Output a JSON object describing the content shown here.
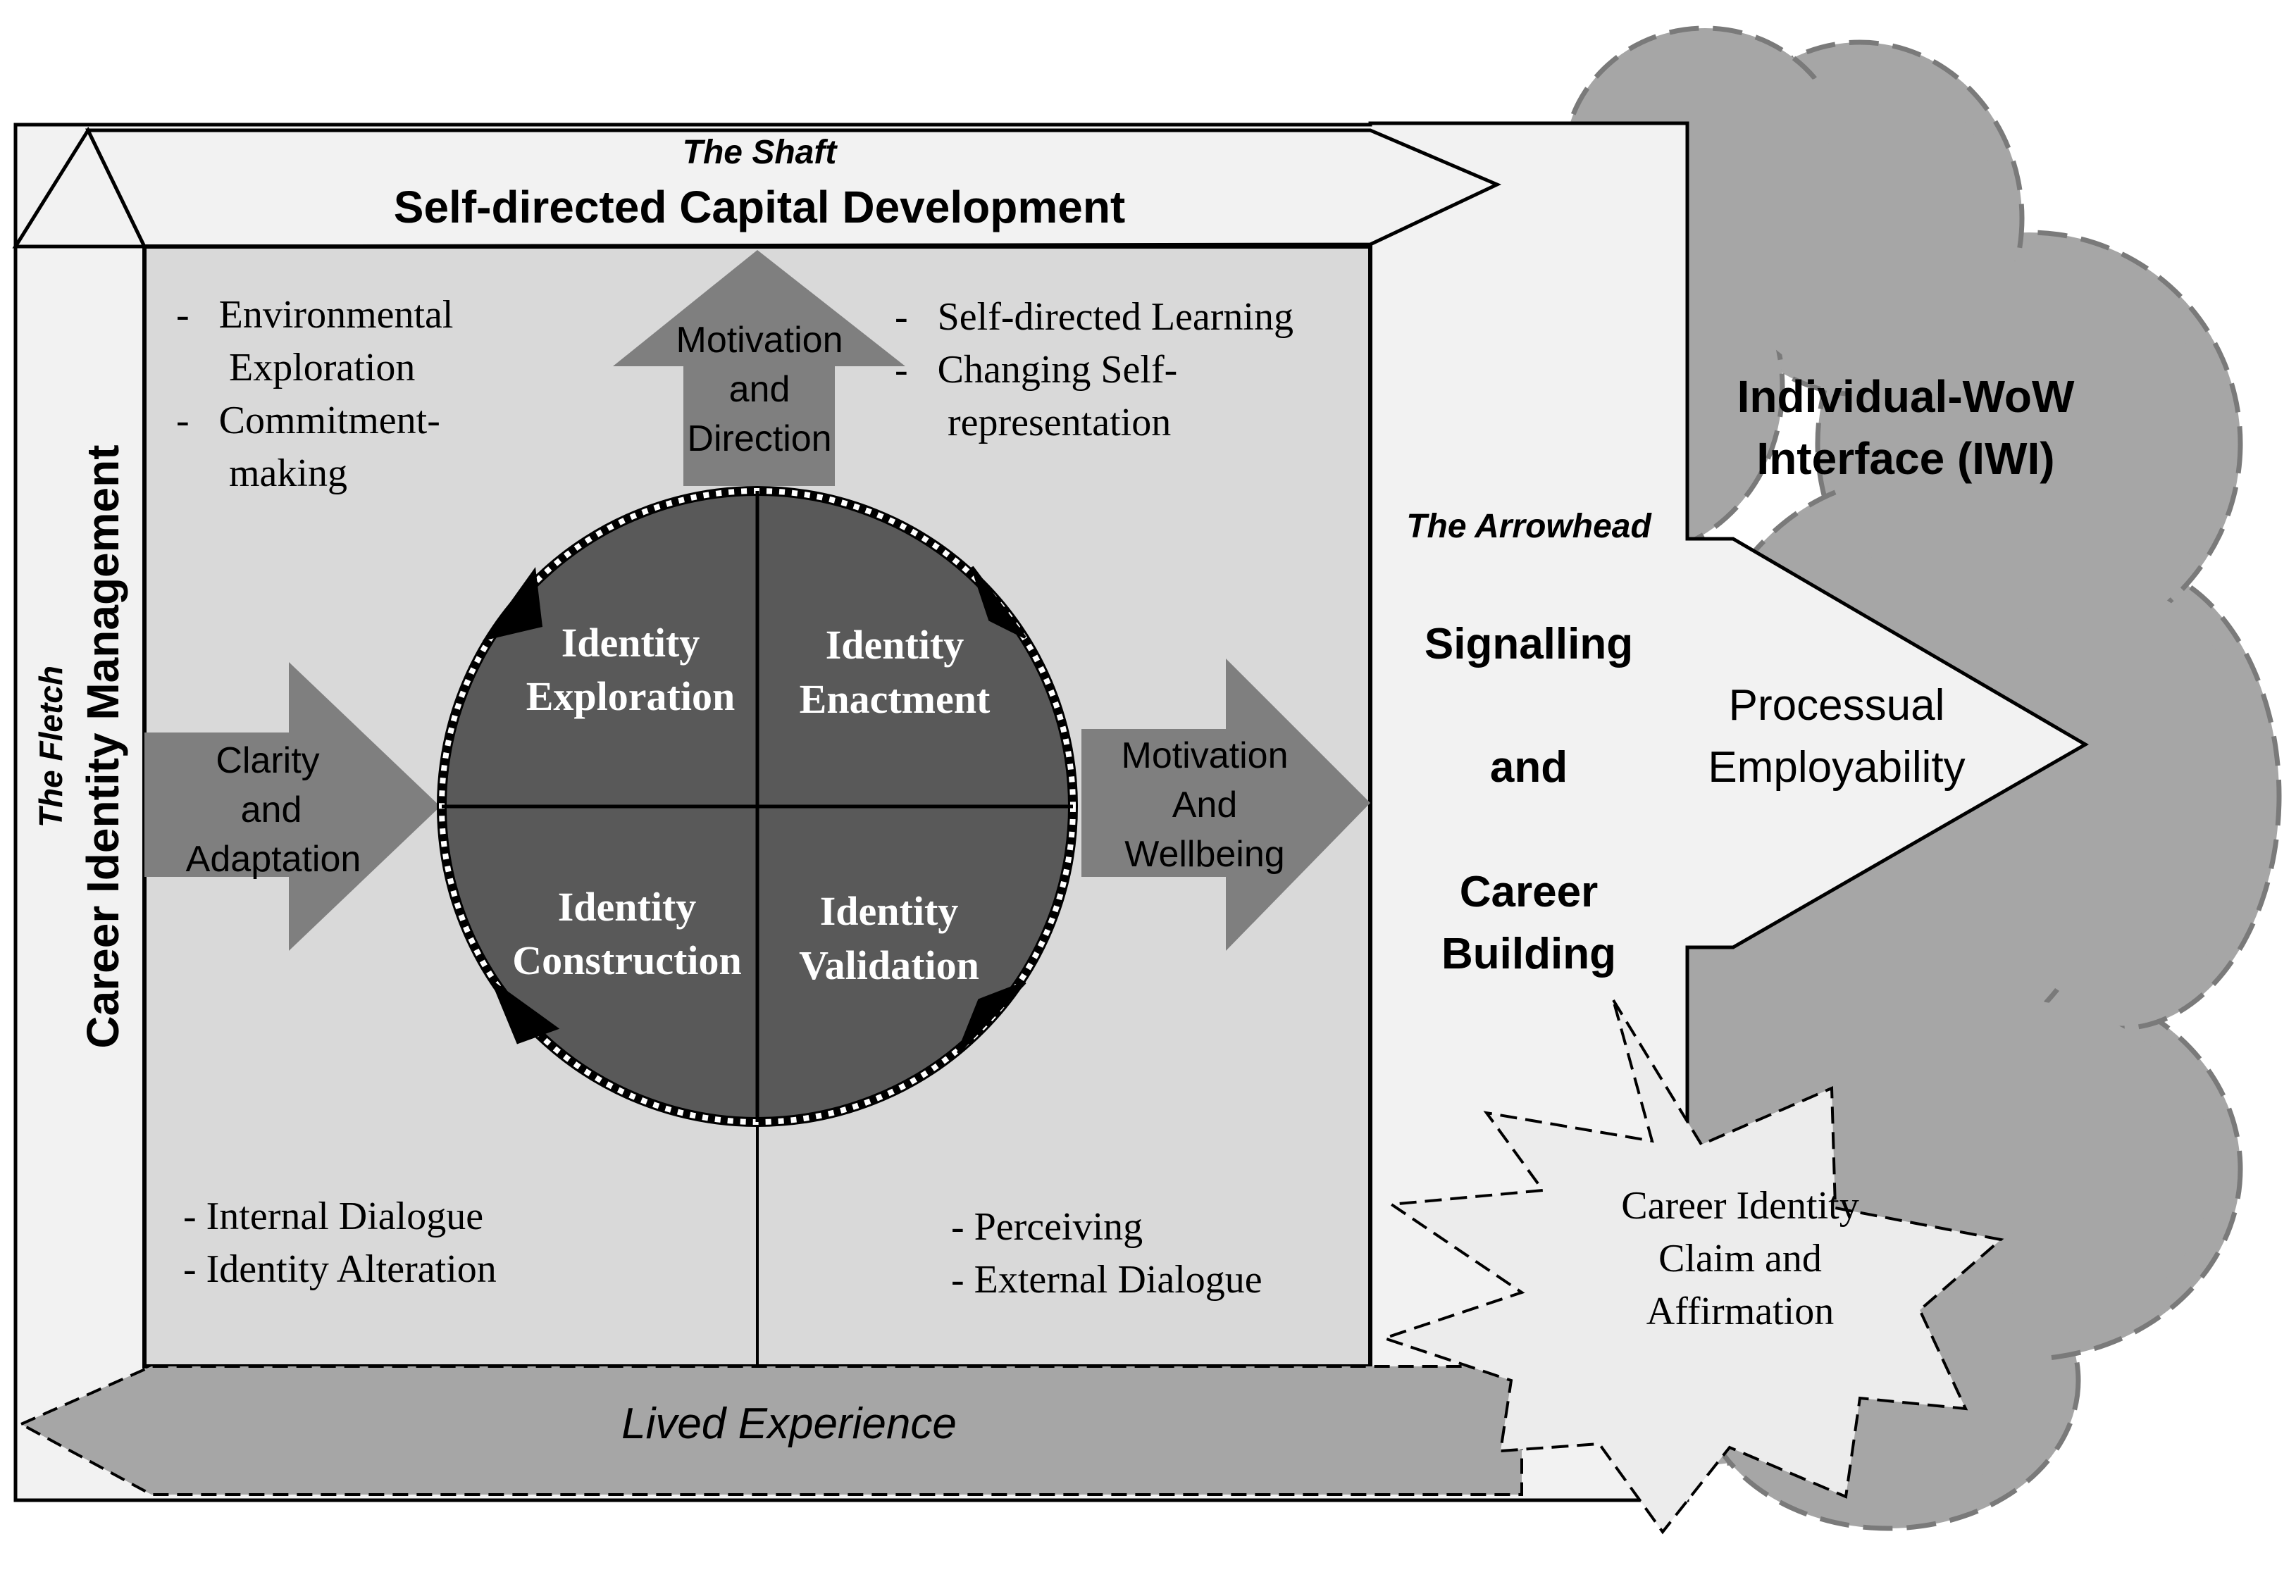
{
  "shaft": {
    "caption": "The Shaft",
    "title": "Self-directed Capital Development"
  },
  "fletch": {
    "caption": "The Fletch",
    "title": "Career Identity Management"
  },
  "arrowhead": {
    "caption": "The Arrowhead",
    "line1": "Signalling",
    "line2": "and",
    "line3": "Career",
    "line4": "Building",
    "processual_line1": "Processual",
    "processual_line2": "Employability"
  },
  "cloud": {
    "line1": "Individual-WoW",
    "line2": "Interface (IWI)"
  },
  "star": {
    "line1": "Career Identity",
    "line2": "Claim and",
    "line3": "Affirmation"
  },
  "lived_experience": "Lived Experience",
  "arrows": {
    "up": {
      "line1": "Motivation",
      "line2": "and",
      "line3": "Direction"
    },
    "left": {
      "line1": "Clarity",
      "line2": "and",
      "line3": "Adaptation"
    },
    "right": {
      "line1": "Motivation",
      "line2": "And",
      "line3": "Wellbeing"
    }
  },
  "quadrants": {
    "exploration": {
      "line1": "Identity",
      "line2": "Exploration"
    },
    "enactment": {
      "line1": "Identity",
      "line2": "Enactment"
    },
    "construction": {
      "line1": "Identity",
      "line2": "Construction"
    },
    "validation": {
      "line1": "Identity",
      "line2": "Validation"
    }
  },
  "lists": {
    "top_left": {
      "l1": "-   Environmental",
      "l2": "Exploration",
      "l3": "-   Commitment-",
      "l4": "making"
    },
    "top_right": {
      "l1": "-   Self-directed Learning",
      "l2": "-   Changing Self-",
      "l3": "representation"
    },
    "bottom_left": {
      "l1": "- Internal Dialogue",
      "l2": "- Identity Alteration"
    },
    "bottom_right": {
      "l1": "- Perceiving",
      "l2": "- External Dialogue"
    }
  },
  "colors": {
    "cloud_fill": "#a6a6a6",
    "light_panel": "#f2f2f2",
    "inner_panel": "#d9d9d9",
    "arrow_fill": "#7f7f7f",
    "circle_fill": "#595959",
    "lived_fill": "#a6a6a6",
    "star_fill": "#ececec"
  }
}
